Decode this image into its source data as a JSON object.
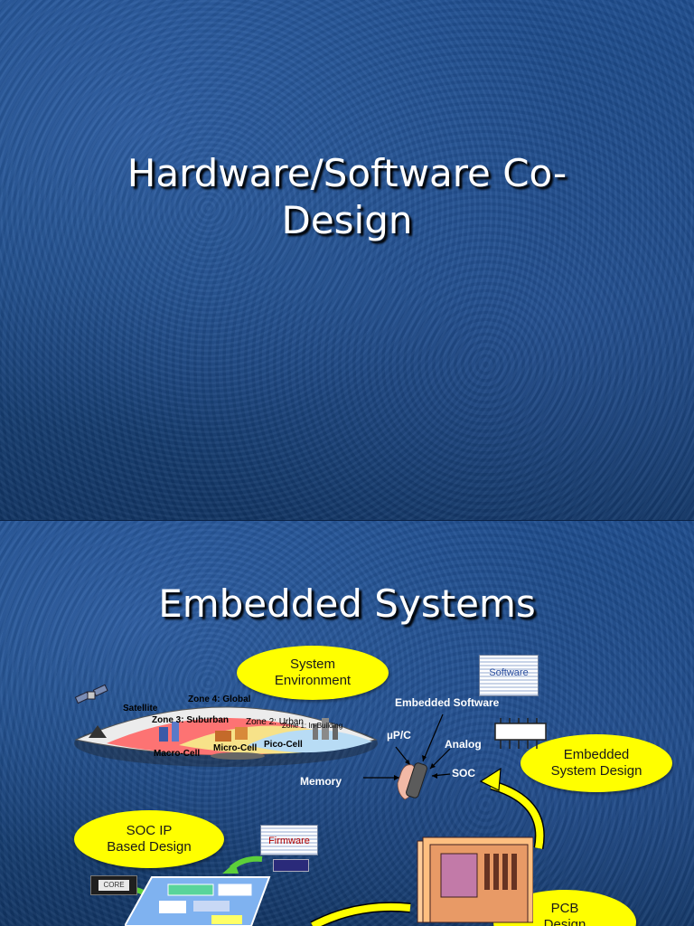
{
  "slide1": {
    "title": "Hardware/Software Co-Design"
  },
  "slide2": {
    "title": "Embedded Systems",
    "bubbles": {
      "system_environment": [
        "System",
        "Environment"
      ],
      "embedded_system_design": [
        "Embedded",
        "System Design"
      ],
      "soc_ip": [
        "SOC IP",
        "Based Design"
      ],
      "pcb": [
        "PCB",
        "Design"
      ]
    },
    "zones": {
      "zone4": "Zone 4: Global",
      "zone3": "Zone 3: Suburban",
      "zone2": "Zone 2: Urban",
      "zone1": "Zone 1: In-Building",
      "satellite": "Satellite",
      "macro": "Macro-Cell",
      "micro": "Micro-Cell",
      "pico": "Pico-Cell"
    },
    "labels": {
      "embedded_software": "Embedded Software",
      "up_c": "µP/C",
      "analog": "Analog",
      "soc": "SOC",
      "memory": "Memory"
    },
    "doc_icons": {
      "software": "Software",
      "firmware": "Firmware"
    },
    "chip_label": "CORE",
    "colors": {
      "bubble": "#ffff00",
      "title": "#ffffff",
      "background": "#1f4e8f"
    }
  }
}
